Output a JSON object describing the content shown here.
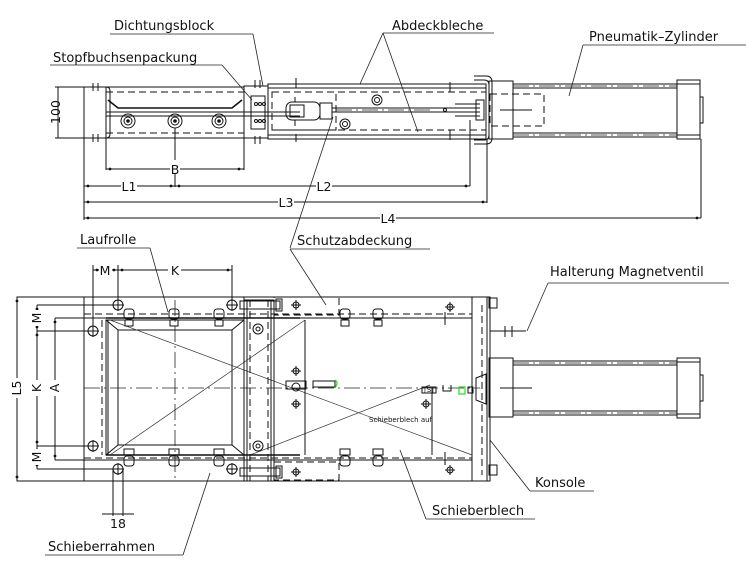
{
  "title": "Schieber technical drawing",
  "labels": {
    "dichtungsblock": "Dichtungsblock",
    "stopfbuchsenpackung": "Stopfbuchsenpackung",
    "abdeckbleche": "Abdeckbleche",
    "pneumatik_zylinder": "Pneumatik–Zylinder",
    "laufrolle": "Laufrolle",
    "schutzabdeckung": "Schutzabdeckung",
    "halterung_magnetventil": "Halterung  Magnetventil",
    "konsole": "Konsole",
    "schieberblech": "Schieberblech",
    "schieberrahmen": "Schieberrahmen",
    "schieberblech_auf": "Schieberblech  auf"
  },
  "dimensions": {
    "height_top": "100",
    "B": "B",
    "L1": "L1",
    "L2": "L2",
    "L3": "L3",
    "L4": "L4",
    "M_top": "M",
    "K_top": "K",
    "L5": "L5",
    "K_side": "K",
    "A_side": "A",
    "M_side_top": "M",
    "M_side_bottom": "M",
    "hole_dia": "18"
  },
  "colors": {
    "line": "#111111",
    "highlight": "#22dd22",
    "background": "#ffffff"
  }
}
